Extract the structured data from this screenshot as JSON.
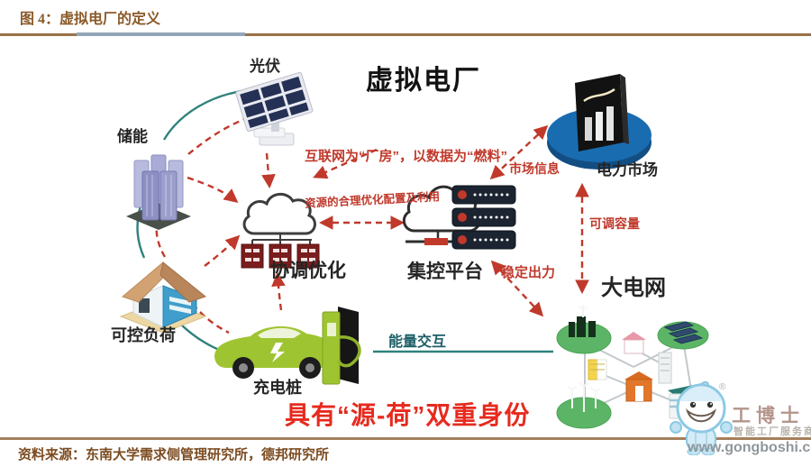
{
  "header": {
    "title": "图 4：虚拟电厂的定义"
  },
  "diagram": {
    "title": "虚拟电厂",
    "nodes": {
      "pv": "光伏",
      "storage": "储能",
      "load": "可控负荷",
      "charger": "充电桩",
      "coordination": "协调优化",
      "platform": "集控平台",
      "market": "电力市场",
      "grid": "大电网"
    },
    "labels": {
      "internet": "互联网为“厂房”，以数据为“燃料”",
      "resource": "资源的合理优化配置及利用",
      "market_info": "市场信息",
      "capacity": "可调容量",
      "output": "稳定出力",
      "energy": "能量交互",
      "slogan": "具有“源-荷”双重身份"
    }
  },
  "footer": {
    "source": "资料来源：东南大学需求侧管理研究所，德邦研究所"
  },
  "watermark": {
    "brand": "工博士",
    "tagline": "智能工厂服务商",
    "url": "www.gongboshi.com",
    "registered": "®"
  },
  "colors": {
    "accent_red": "#c0392b",
    "slogan_red": "#e62a1e",
    "teal": "#2e827c",
    "title_brown": "#8a5a2a",
    "market_blue": "#1a6cb0"
  }
}
